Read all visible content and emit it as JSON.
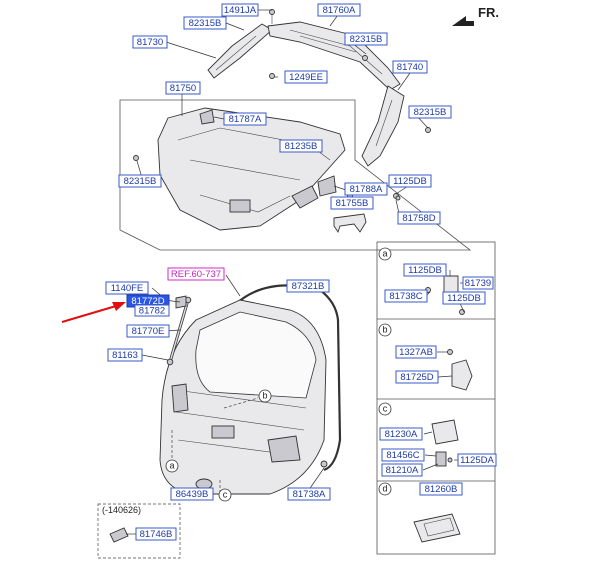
{
  "orientation": "FR.",
  "labels": {
    "l1491JA": "1491JA",
    "l81760A": "81760A",
    "l82315B_top": "82315B",
    "l81730": "81730",
    "l82315B_r": "82315B",
    "l1249EE": "1249EE",
    "l81740": "81740",
    "l81750": "81750",
    "l82315B_rr": "82315B",
    "l81787A": "81787A",
    "l81235B": "81235B",
    "l82315B_l": "82315B",
    "l1125DB_m": "1125DB",
    "l81788A": "81788A",
    "l81755B": "81755B",
    "l81758D": "81758D",
    "ref": "REF.60-737",
    "l1140FE": "1140FE",
    "l81772D": "81772D",
    "l81782": "81782",
    "l87321B": "87321B",
    "l81770E": "81770E",
    "l81163": "81163",
    "l86439B": "86439B",
    "l81738A": "81738A",
    "l81746B": "81746B",
    "ver": "(-140626)",
    "a_1125DB": "1125DB",
    "a_81739": "81739",
    "a_81738C": "81738C",
    "a_1125DB2": "1125DB",
    "b_1327AB": "1327AB",
    "b_81725D": "81725D",
    "c_81230A": "81230A",
    "c_81456C": "81456C",
    "c_1125DA": "1125DA",
    "c_81210A": "81210A",
    "d_81260B": "81260B"
  },
  "sections": {
    "a": "a",
    "b": "b",
    "c": "c",
    "d": "d"
  },
  "colors": {
    "label_border": "#3a59c8",
    "label_text": "#1d3aa6",
    "selected_fill": "#2a55e6",
    "ref_text": "#c81fc2",
    "arrow": "#e01010"
  }
}
